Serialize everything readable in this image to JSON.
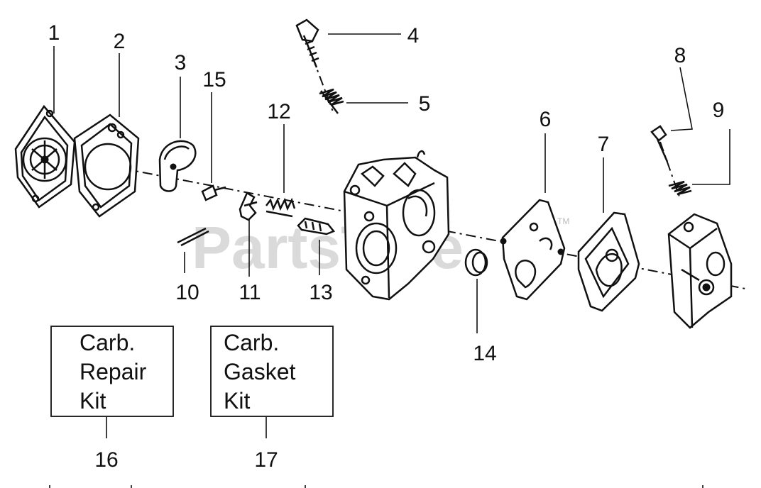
{
  "callouts": {
    "c1": "1",
    "c2": "2",
    "c3": "3",
    "c4": "4",
    "c5": "5",
    "c6": "6",
    "c7": "7",
    "c8": "8",
    "c9": "9",
    "c10": "10",
    "c11": "11",
    "c12": "12",
    "c13": "13",
    "c14": "14",
    "c15": "15",
    "c16": "16",
    "c17": "17"
  },
  "kits": {
    "repair": {
      "line1": "Carb.",
      "line2": "Repair",
      "line3": "Kit"
    },
    "gasket": {
      "line1": "Carb.",
      "line2": "Gasket",
      "line3": "Kit"
    }
  },
  "watermark": {
    "text": "PartsTree",
    "tm": "TM"
  }
}
